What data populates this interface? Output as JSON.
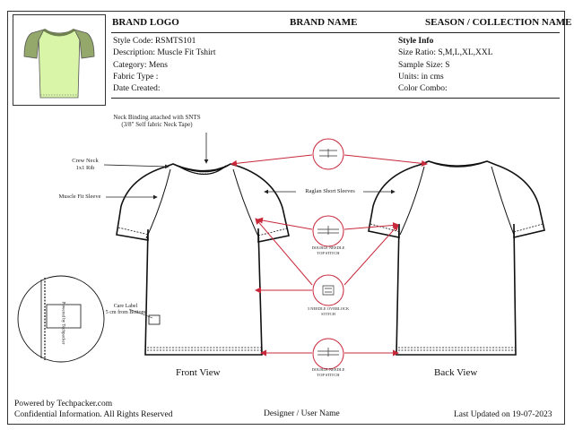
{
  "header": {
    "brand_logo": "BRAND LOGO",
    "brand_name": "BRAND NAME",
    "season": "SEASON / COLLECTION NAME"
  },
  "style": {
    "code": "Style Code: RSMTS101",
    "description": "Description: Muscle Fit Tshirt",
    "category": "Category: Mens",
    "fabric": "Fabric Type :",
    "date": "Date Created:"
  },
  "style_info": {
    "title": "Style Info",
    "size_ratio": "Size Ratio: S,M,L,XL,XXL",
    "sample_size": "Sample Size: S",
    "units": "Units: in cms",
    "color_combo": "Color Combo:"
  },
  "annotations": {
    "neck_binding_1": "Neck Binding attached with SNTS",
    "neck_binding_2": "(3/8\" Self fabric Neck Tape)",
    "crew_neck_1": "Crew Neck",
    "crew_neck_2": "1x1 Rib",
    "muscle_fit_sleeve": "Muscle Fit Sleeve",
    "raglan_sleeves": "Raglan Short Sleeves",
    "care_label_1": "Care Label",
    "care_label_2": "5 cm from Bottom",
    "double_needle_1": "DOUBLE NEEDLE",
    "double_needle_2": "TOP STITCH",
    "overlock_1": "3 NEEDLE OVERLOCK",
    "overlock_2": "STITCH",
    "bottom_double_1": "DOUBLE NEEDLE",
    "bottom_double_2": "TOP STITCH",
    "care_tag": "Powered by Techpacker"
  },
  "views": {
    "front": "Front View",
    "back": "Back View"
  },
  "footer": {
    "powered": "Powered by Techpacker.com",
    "confidential": "Confidential Information. All Rights Reserved",
    "designer": "Designer / User Name",
    "updated": "Last Updated on 19-07-2023"
  },
  "colors": {
    "body_green": "#d9f5a8",
    "sleeve_green": "#93a86a",
    "callout_red": "#c8283a"
  }
}
